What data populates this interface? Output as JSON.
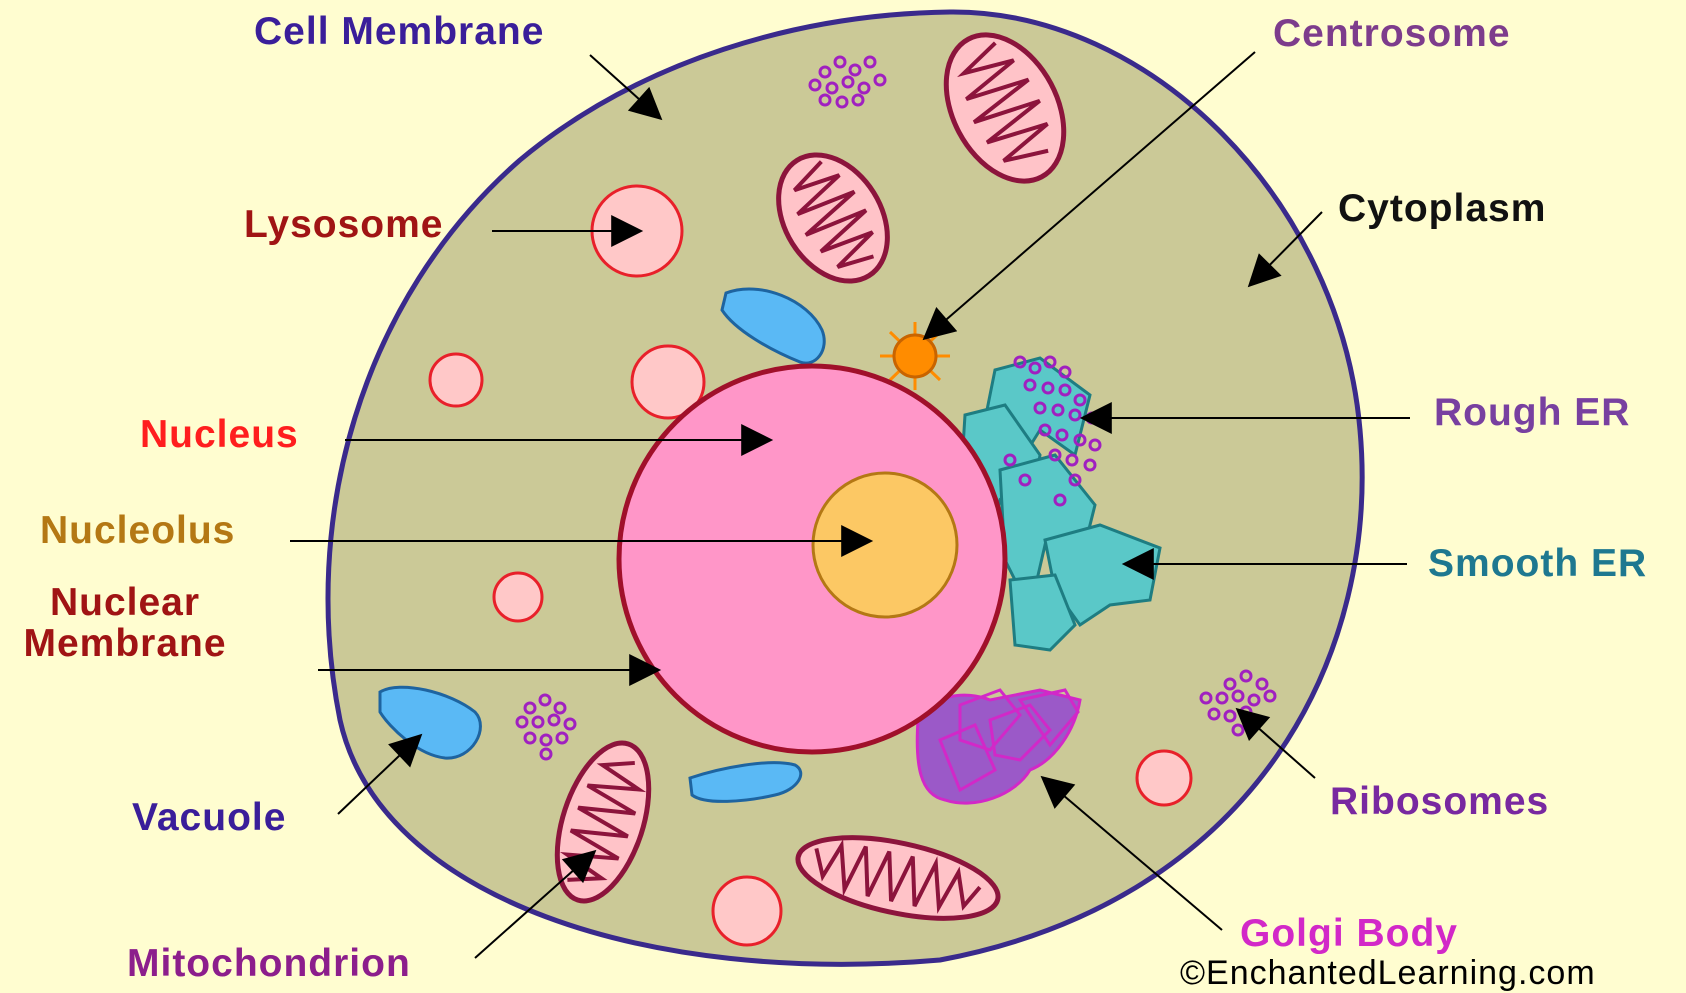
{
  "colors": {
    "background": "#fffdd0",
    "cytoplasm": "#cbc997",
    "cell_membrane": "#3a2a8c",
    "nucleus": "#ff96c8",
    "nuclear_membrane": "#a0102a",
    "nucleolus": "#fcc864",
    "lysosome_fill": "#ffc8c8",
    "lysosome_stroke": "#e8202a",
    "vacuole": "#5ab9f5",
    "mitochondrion_fill": "#ffc3c8",
    "mitochondrion_stroke": "#8c143c",
    "centrosome": "#ff8c00",
    "rough_er": "#5ac8c8",
    "golgi": "#9b59c8",
    "ribosome": "#a020c0"
  },
  "labels": {
    "cell_membrane": {
      "text": "Cell Membrane",
      "color": "#3a1e9a"
    },
    "centrosome": {
      "text": "Centrosome",
      "color": "#7d3c8c"
    },
    "lysosome": {
      "text": "Lysosome",
      "color": "#a01414"
    },
    "cytoplasm": {
      "text": "Cytoplasm",
      "color": "#111111"
    },
    "nucleus": {
      "text": "Nucleus",
      "color": "#ff1e1e"
    },
    "rough_er": {
      "text": "Rough ER",
      "color": "#7840a0"
    },
    "nucleolus": {
      "text": "Nucleolus",
      "color": "#b47814"
    },
    "smooth_er": {
      "text": "Smooth ER",
      "color": "#1e7890"
    },
    "nuclear_membrane_line1": {
      "text": "Nuclear",
      "color": "#a01414"
    },
    "nuclear_membrane_line2": {
      "text": "Membrane",
      "color": "#a01414"
    },
    "vacuole": {
      "text": "Vacuole",
      "color": "#3a1e9a"
    },
    "ribosomes": {
      "text": "Ribosomes",
      "color": "#7828a0"
    },
    "golgi_body": {
      "text": "Golgi Body",
      "color": "#d228c8"
    },
    "mitochondrion": {
      "text": "Mitochondrion",
      "color": "#8c1e8c"
    }
  },
  "credit": "©EnchantedLearning.com"
}
